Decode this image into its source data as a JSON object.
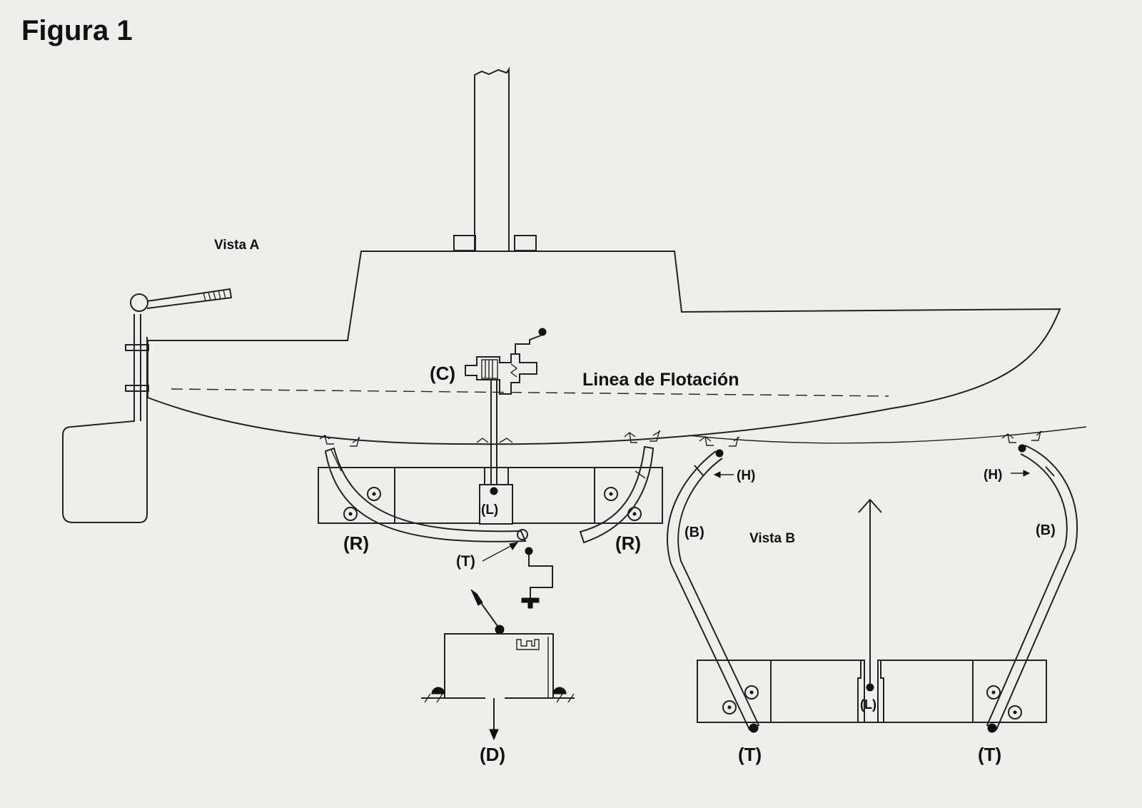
{
  "figure_title": "Figura 1",
  "views": {
    "view_a": "Vista A",
    "view_b": "Vista B"
  },
  "waterline_label": "Linea de Flotación",
  "labels": {
    "C": "(C)",
    "L": "(L)",
    "R": "(R)",
    "T": "(T)",
    "D": "(D)",
    "H": "(H)",
    "B": "(B)"
  },
  "colors": {
    "background": "#eeeeec",
    "ink": "#222222"
  }
}
